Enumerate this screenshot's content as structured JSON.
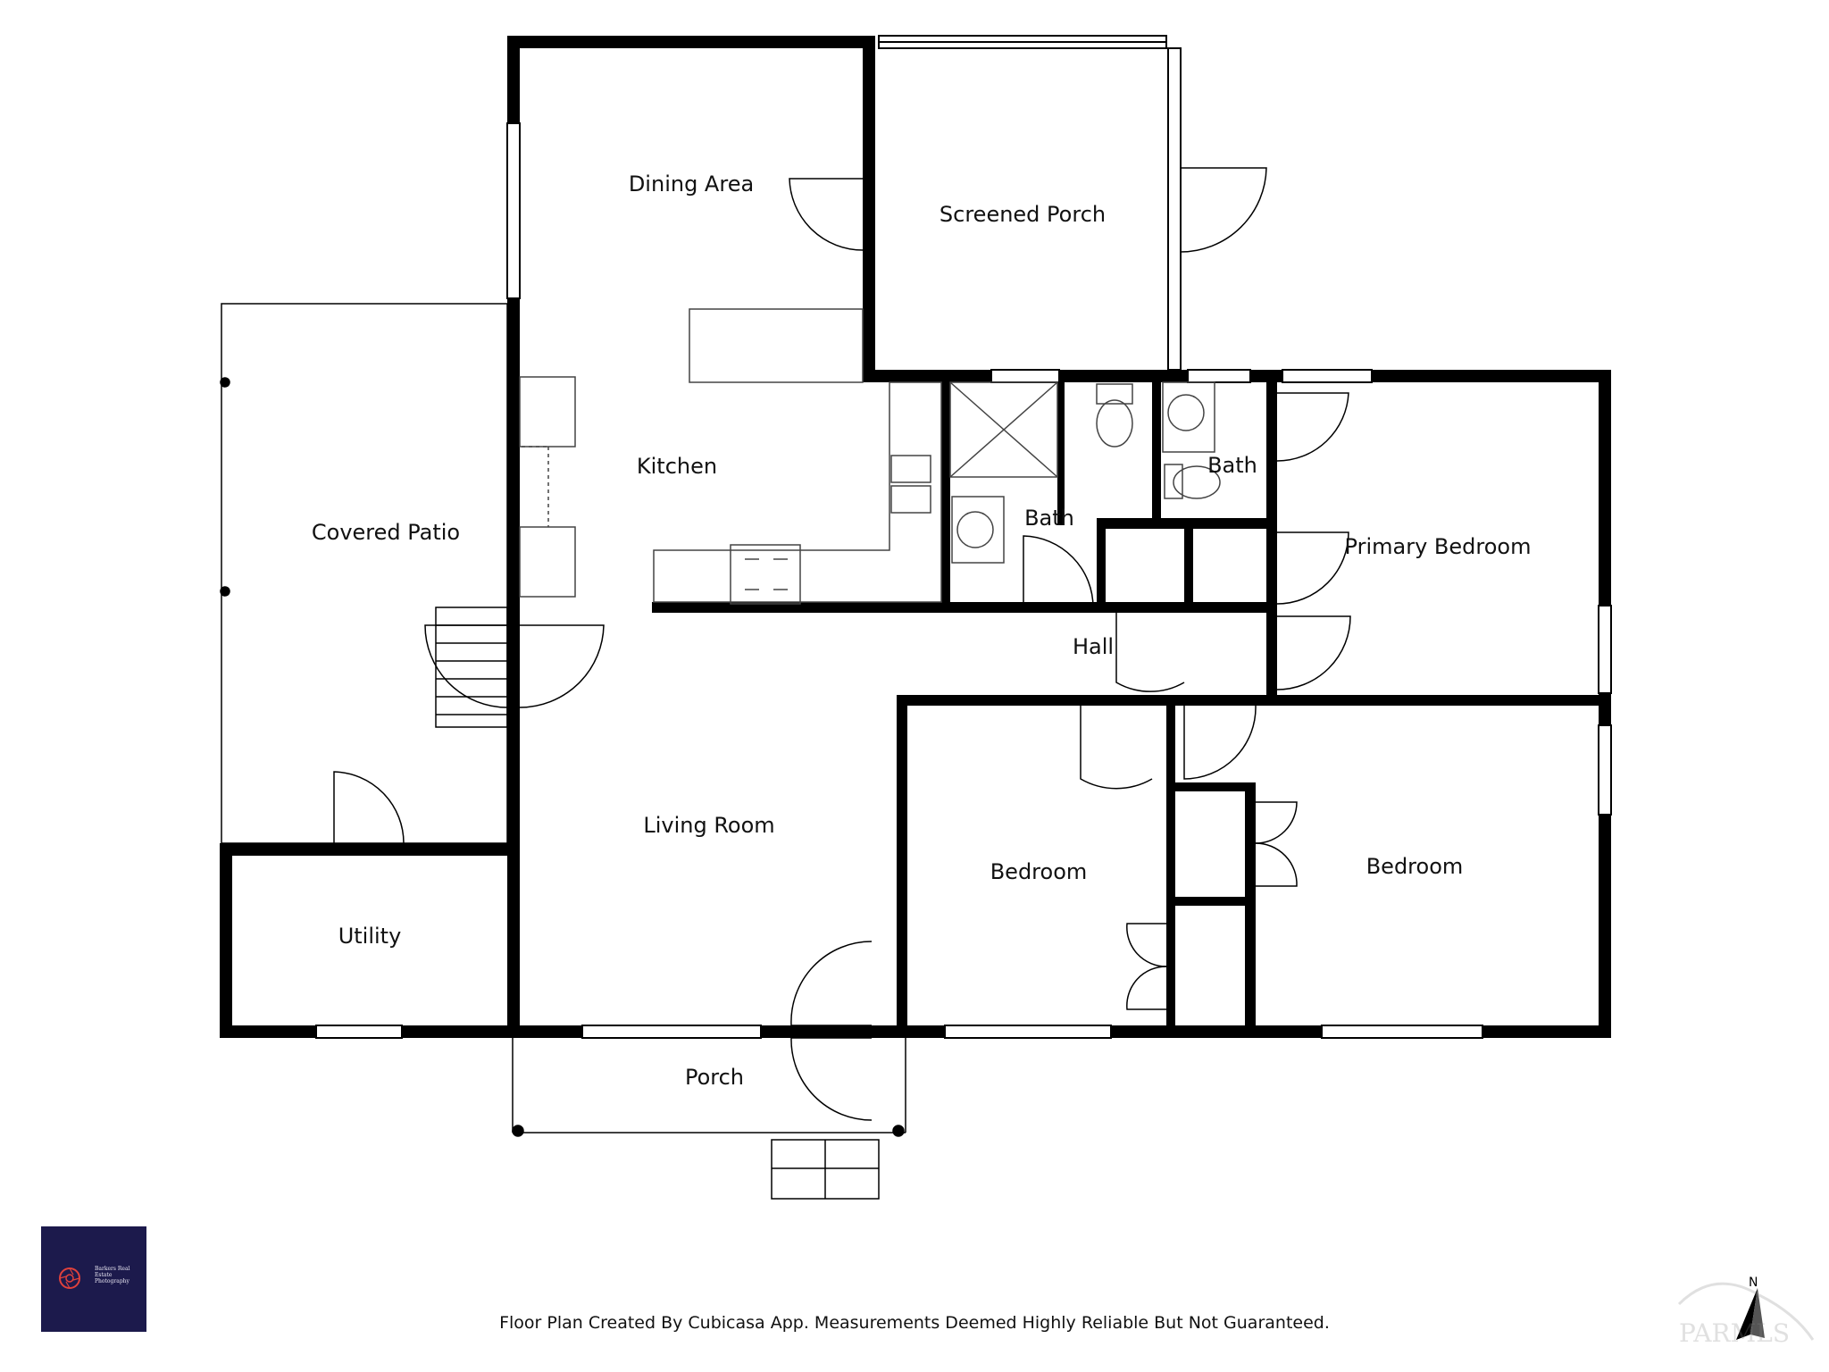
{
  "rooms": {
    "dining_area": "Dining Area",
    "screened_porch": "Screened Porch",
    "kitchen": "Kitchen",
    "covered_patio": "Covered Patio",
    "bath_main": "Bath",
    "bath_primary": "Bath",
    "primary_bedroom": "Primary Bedroom",
    "hall": "Hall",
    "living_room": "Living Room",
    "bedroom_left": "Bedroom",
    "bedroom_right": "Bedroom",
    "utility": "Utility",
    "porch": "Porch"
  },
  "footer": {
    "disclaimer": "Floor Plan Created By Cubicasa App. Measurements Deemed Highly Reliable But Not Guaranteed."
  },
  "logo": {
    "text": "Barkers Real Estate Photography"
  },
  "compass": {
    "north": "N"
  },
  "watermark": {
    "text": "PARMLS"
  },
  "colors": {
    "wall": "#000000",
    "fixture": "#444444",
    "logo_bg": "#1c1a4c",
    "logo_accent": "#e0413c"
  }
}
